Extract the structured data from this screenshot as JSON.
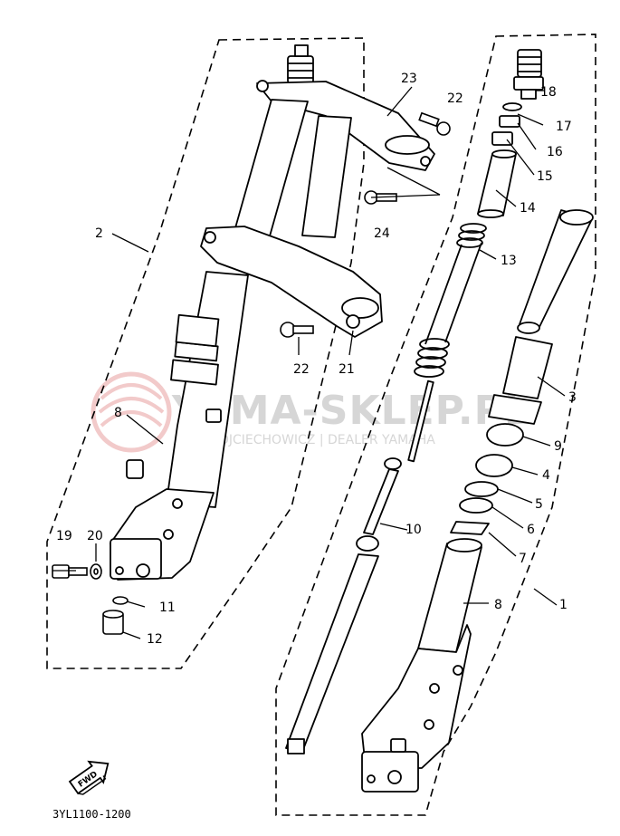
{
  "diagram_code": "3YL1100-1200",
  "fwd_label": "FWD",
  "watermark": {
    "title": "YAMA-SKLEP.PL",
    "subtitle": "WOJCIECHOWICZ | DEALER YAMAHA",
    "logo_color": "#e8a0a0"
  },
  "callouts": {
    "c1": "1",
    "c2": "2",
    "c3": "3",
    "c4": "4",
    "c5": "5",
    "c6": "6",
    "c7": "7",
    "c8a": "8",
    "c8b": "8",
    "c9": "9",
    "c10": "10",
    "c11": "11",
    "c12": "12",
    "c13": "13",
    "c14": "14",
    "c15": "15",
    "c16": "16",
    "c17": "17",
    "c18": "18",
    "c19": "19",
    "c20": "20",
    "c21": "21",
    "c22a": "22",
    "c22b": "22",
    "c23": "23",
    "c24": "24"
  }
}
